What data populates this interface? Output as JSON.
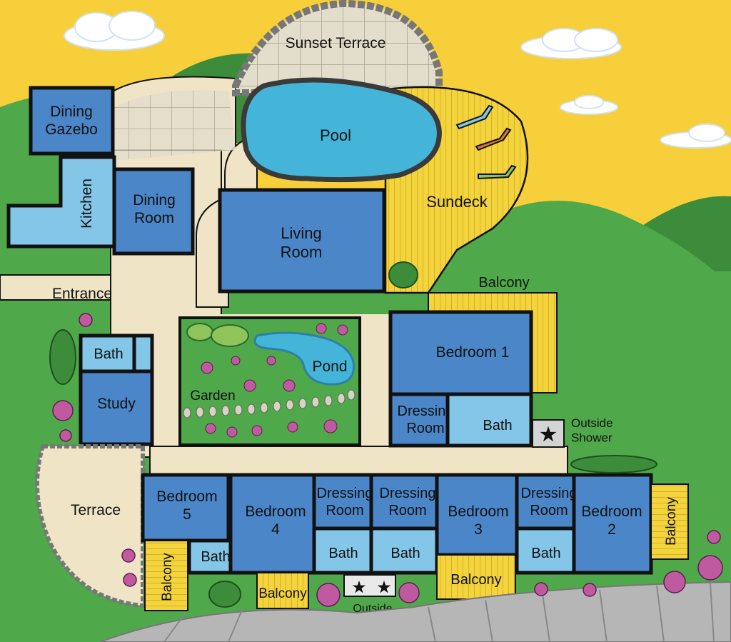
{
  "colors": {
    "sky": "#f7cf3a",
    "grass": "#4fa84a",
    "grass_dark": "#3d8c3b",
    "path": "#efe5c6",
    "room_dark": "#4a86c8",
    "room_light": "#84c6e8",
    "deck": "#f4d43c",
    "water": "#44b5d9",
    "paving": "#e3ddcc",
    "road": "#b6b6b6"
  },
  "rooms": {
    "dining_gazebo": "Dining\nGazebo",
    "kitchen": "Kitchen",
    "dining_room": "Dining\nRoom",
    "living_room": "Living\nRoom",
    "pool": "Pool",
    "sunset_terrace": "Sunset Terrace",
    "sundeck": "Sundeck",
    "entrance": "Entrance",
    "balcony_top": "Balcony",
    "bedroom_1": "Bedroom 1",
    "dressing_room_1": "Dressing\nRoom",
    "bath_1": "Bath",
    "outside_shower": "Outside\nShower",
    "bath_study": "Bath",
    "study": "Study",
    "garden": "Garden",
    "pond": "Pond",
    "terrace": "Terrace",
    "bedroom_5": "Bedroom\n5",
    "bath_5": "Bath",
    "balcony_5": "Balcony",
    "bedroom_4": "Bedroom\n4",
    "balcony_4": "Balcony",
    "dressing_room_4": "Dressing\nRoom",
    "bath_4": "Bath",
    "dressing_room_3": "Dressing\nRoom",
    "bath_3": "Bath",
    "bedroom_3": "Bedroom\n3",
    "balcony_3": "Balcony",
    "dressing_room_2": "Dressing\nRoom",
    "bath_2": "Bath",
    "bedroom_2": "Bedroom\n2",
    "balcony_2": "Balcony",
    "outside_showers": "Outside\nShowers"
  }
}
